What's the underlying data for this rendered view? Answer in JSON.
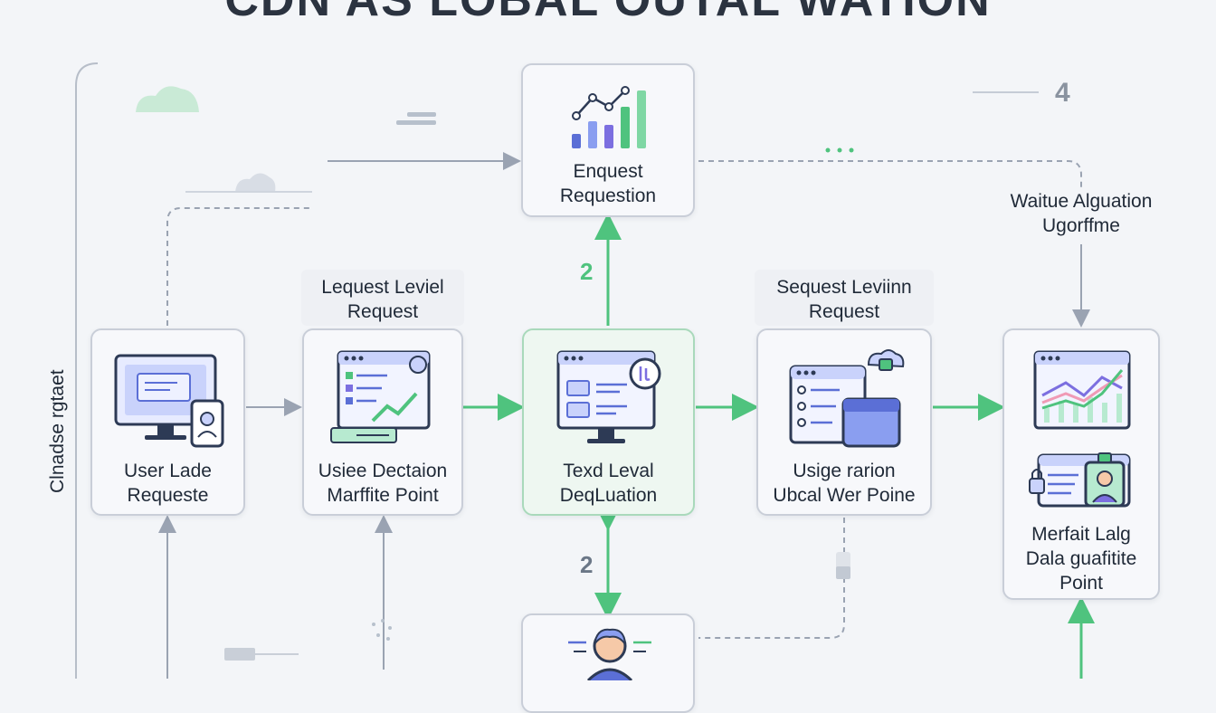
{
  "diagram": {
    "title": "CDN AS LOBAL OUTAL WATION",
    "side_label": "Clnadse rgtaet",
    "corner_number": "4",
    "nodes": {
      "top": {
        "lines": [
          "Enquest",
          "Requestion"
        ]
      },
      "user": {
        "lines": [
          "User Lade",
          "Requeste"
        ]
      },
      "decision": {
        "lines": [
          "Usiee Dectaion",
          "Marffite Point"
        ]
      },
      "center": {
        "lines": [
          "Texd Leval",
          "DeqLuation"
        ]
      },
      "usage": {
        "lines": [
          "Usige rarion",
          "Ubcal Wer Poine"
        ]
      },
      "right": {
        "lines": [
          "Merfait Lalg",
          "Dala guafitite",
          "Point"
        ]
      }
    },
    "floating_labels": {
      "lequest": [
        "Lequest Leviel",
        "Request"
      ],
      "sequest": [
        "Sequest Leviinn",
        "Request"
      ],
      "waitue": [
        "Waitue Alguation",
        "Ugorffme"
      ]
    },
    "steps": {
      "up": "2",
      "down": "2"
    }
  },
  "colors": {
    "accent_green": "#4fc37e",
    "arrow_gray": "#9aa3b2",
    "node_border": "#c9ced8",
    "icon_blue": "#5b6fd6",
    "icon_purple": "#7c6fe0"
  }
}
